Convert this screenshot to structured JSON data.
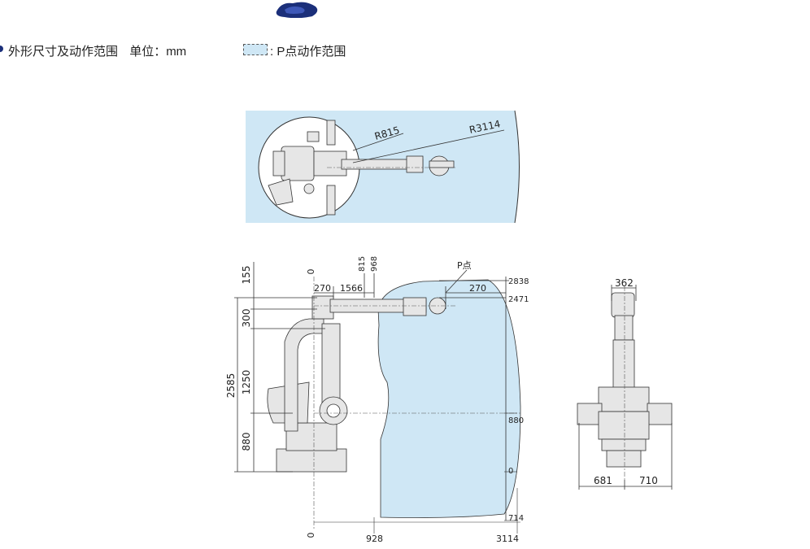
{
  "header": {
    "title": "外形尺寸及动作范围",
    "unit": "单位：mm",
    "legend": ": P点动作范围"
  },
  "colors": {
    "range_fill": "#cfe7f5",
    "robot_fill": "#e6e6e6",
    "line": "#333333",
    "brand": "#1b2f7a"
  },
  "top_view": {
    "radius_inner": "R815",
    "radius_outer": "R3114"
  },
  "side_view": {
    "left_heights": [
      "155",
      "300",
      "1250",
      "880"
    ],
    "total_height": "2585",
    "top_dims": [
      "270",
      "1566",
      "270"
    ],
    "small_vertical": [
      "815",
      "968"
    ],
    "zero_top": "0",
    "zero_bottom": "0",
    "p_point": "P点",
    "right_levels": [
      "2838",
      "2471",
      "880",
      "0",
      "714"
    ],
    "bottom_dims": [
      "928",
      "3114"
    ]
  },
  "front_view": {
    "top_width": "362",
    "bottom_dims": [
      "681",
      "710"
    ]
  }
}
